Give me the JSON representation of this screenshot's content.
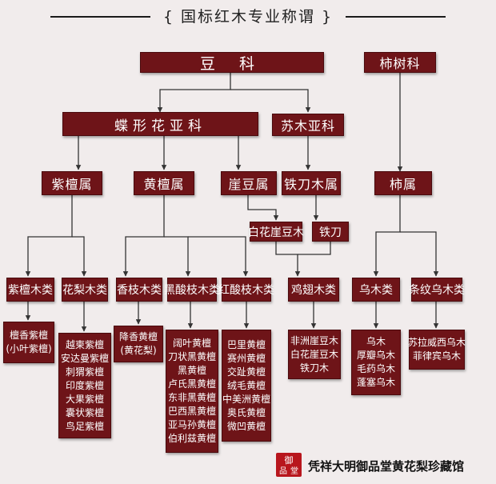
{
  "title": "国标红木专业称谓",
  "families": [
    {
      "id": "legume",
      "label": "豆  科"
    },
    {
      "id": "ebony_family",
      "label": "柿树科"
    }
  ],
  "subfamilies": [
    {
      "id": "papilionoideae",
      "label": "蝶形花亚科"
    },
    {
      "id": "caesalpinioideae",
      "label": "苏木亚科"
    }
  ],
  "genera": [
    {
      "id": "zitan_genus",
      "label": "紫檀属"
    },
    {
      "id": "huangtan_genus",
      "label": "黄檀属"
    },
    {
      "id": "yadou_genus",
      "label": "崖豆属"
    },
    {
      "id": "tiedaomu_genus",
      "label": "铁刀木属"
    },
    {
      "id": "shi_genus",
      "label": "柿属"
    }
  ],
  "subgroups": [
    {
      "id": "baihua_yadoumu",
      "label": "白花崖豆木"
    },
    {
      "id": "tiedao",
      "label": "铁刀"
    }
  ],
  "classes": [
    {
      "id": "zitanmu",
      "label": "紫檀木类"
    },
    {
      "id": "hualimu",
      "label": "花梨木类"
    },
    {
      "id": "xiangzhimu",
      "label": "香枝木类"
    },
    {
      "id": "heisuanzhimu",
      "label": "黑酸枝木类"
    },
    {
      "id": "hongsuanzhimu",
      "label": "红酸枝木类"
    },
    {
      "id": "jichimu",
      "label": "鸡翅木类"
    },
    {
      "id": "wumu",
      "label": "乌木类"
    },
    {
      "id": "tiaowenwumu",
      "label": "条纹乌木类"
    }
  ],
  "species": [
    {
      "id": "sp_zitan",
      "items": [
        "檀香紫檀",
        "(小叶紫檀)"
      ]
    },
    {
      "id": "sp_huali",
      "items": [
        "越柬紫檀",
        "安达曼紫檀",
        "刺猬紫檀",
        "印度紫檀",
        "大果紫檀",
        "囊状紫檀",
        "鸟足紫檀"
      ]
    },
    {
      "id": "sp_xiangzhi",
      "items": [
        "降香黄檀",
        "(黄花梨)"
      ]
    },
    {
      "id": "sp_heisuan",
      "items": [
        "阔叶黄檀",
        "刀状黑黄檀",
        "黑黄檀",
        "卢氏黑黄檀",
        "东非黑黄檀",
        "巴西黑黄檀",
        "亚马孙黄檀",
        "伯利兹黄檀"
      ]
    },
    {
      "id": "sp_hongsuan",
      "items": [
        "巴里黄檀",
        "赛州黄檀",
        "交趾黄檀",
        "绒毛黄檀",
        "中美洲黄檀",
        "奥氏黄檀",
        "微凹黄檀"
      ]
    },
    {
      "id": "sp_jichi",
      "items": [
        "非洲崖豆木",
        "白花崖豆木",
        "铁刀木"
      ]
    },
    {
      "id": "sp_wumu",
      "items": [
        "乌木",
        "厚瓣乌木",
        "毛药乌木",
        "蓬塞乌木"
      ]
    },
    {
      "id": "sp_tiaowen",
      "items": [
        "苏拉威西乌木",
        "菲律宾乌木"
      ]
    }
  ],
  "seal_text": "御品堂",
  "footer": "凭祥大明御品堂黄花梨珍藏馆",
  "colors": {
    "box": "#6e1418",
    "line": "#333333",
    "background": "#f1ecec"
  }
}
